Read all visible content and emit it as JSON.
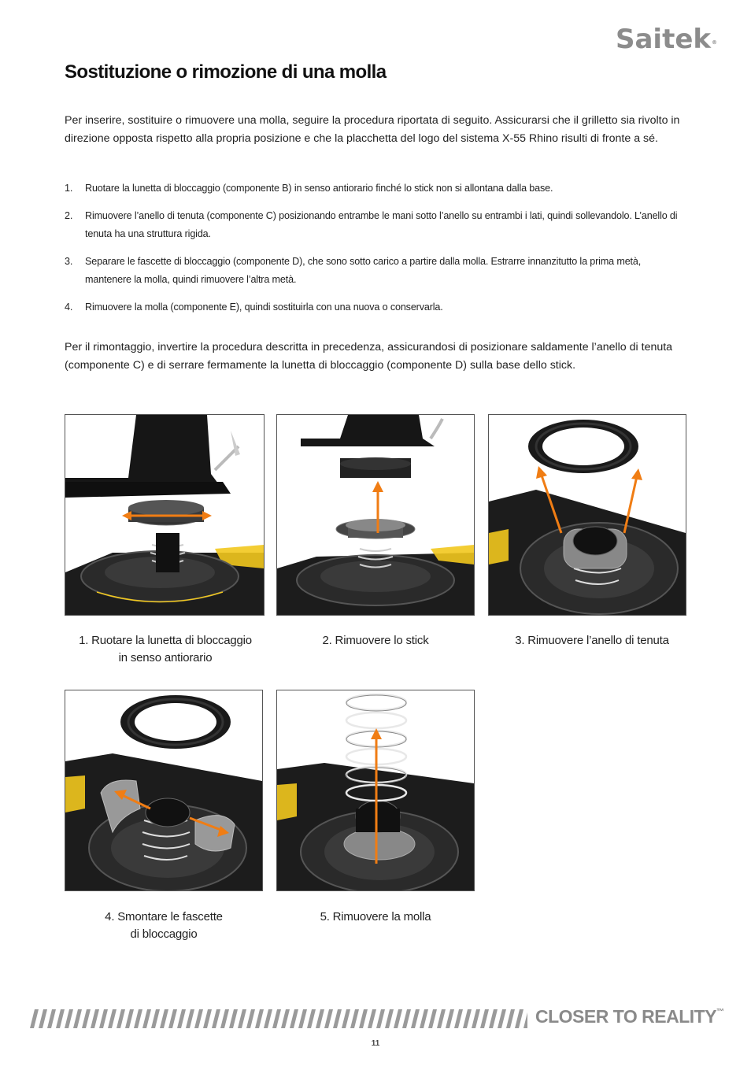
{
  "header": {
    "brand": "Saitek",
    "brand_mark": "®"
  },
  "title": "Sostituzione o rimozione di una molla",
  "intro": "Per inserire, sostituire o rimuovere una molla, seguire la procedura riportata di seguito. Assicurarsi che il grilletto sia rivolto in direzione opposta rispetto alla propria posizione e che la placchetta del logo del sistema X-55 Rhino risulti di fronte a sé.",
  "steps": [
    {
      "num": "1.",
      "text": "Ruotare la lunetta di bloccaggio (componente B) in senso antiorario finché lo stick non si allontana dalla base."
    },
    {
      "num": "2.",
      "text": "Rimuovere l’anello di tenuta (componente C) posizionando entrambe le mani sotto l’anello su entrambi i lati, quindi sollevandolo. L’anello di tenuta ha una struttura rigida."
    },
    {
      "num": "3.",
      "text": "Separare le fascette di bloccaggio (componente D), che sono sotto carico a partire dalla molla. Estrarre innanzitutto la prima metà, mantenere la molla, quindi rimuovere l’altra metà."
    },
    {
      "num": "4.",
      "text": "Rimuovere la molla (componente E), quindi sostituirla con una nuova o conservarla."
    }
  ],
  "outro": "Per il rimontaggio, invertire la procedura descritta in precedenza, assicurandosi di posizionare saldamente l’anello di tenuta (componente C) e di serrare fermamente la lunetta di bloccaggio (componente D) sulla base dello stick.",
  "figures": [
    {
      "caption_line1": "1. Ruotare la lunetta di bloccaggio",
      "caption_line2": "in senso antiorario"
    },
    {
      "caption_line1": "2. Rimuovere lo stick",
      "caption_line2": ""
    },
    {
      "caption_line1": "3. Rimuovere l’anello di tenuta",
      "caption_line2": ""
    },
    {
      "caption_line1": "4. Smontare le fascette",
      "caption_line2": "di bloccaggio"
    },
    {
      "caption_line1": "5. Rimuovere la molla",
      "caption_line2": ""
    }
  ],
  "footer": {
    "tagline": "CLOSER TO REALITY",
    "tagline_mark": "™",
    "page_number": "11"
  },
  "colors": {
    "arrow": "#f07d14",
    "accent_yellow": "#f2c81e",
    "device_dark": "#1c1c1c"
  }
}
